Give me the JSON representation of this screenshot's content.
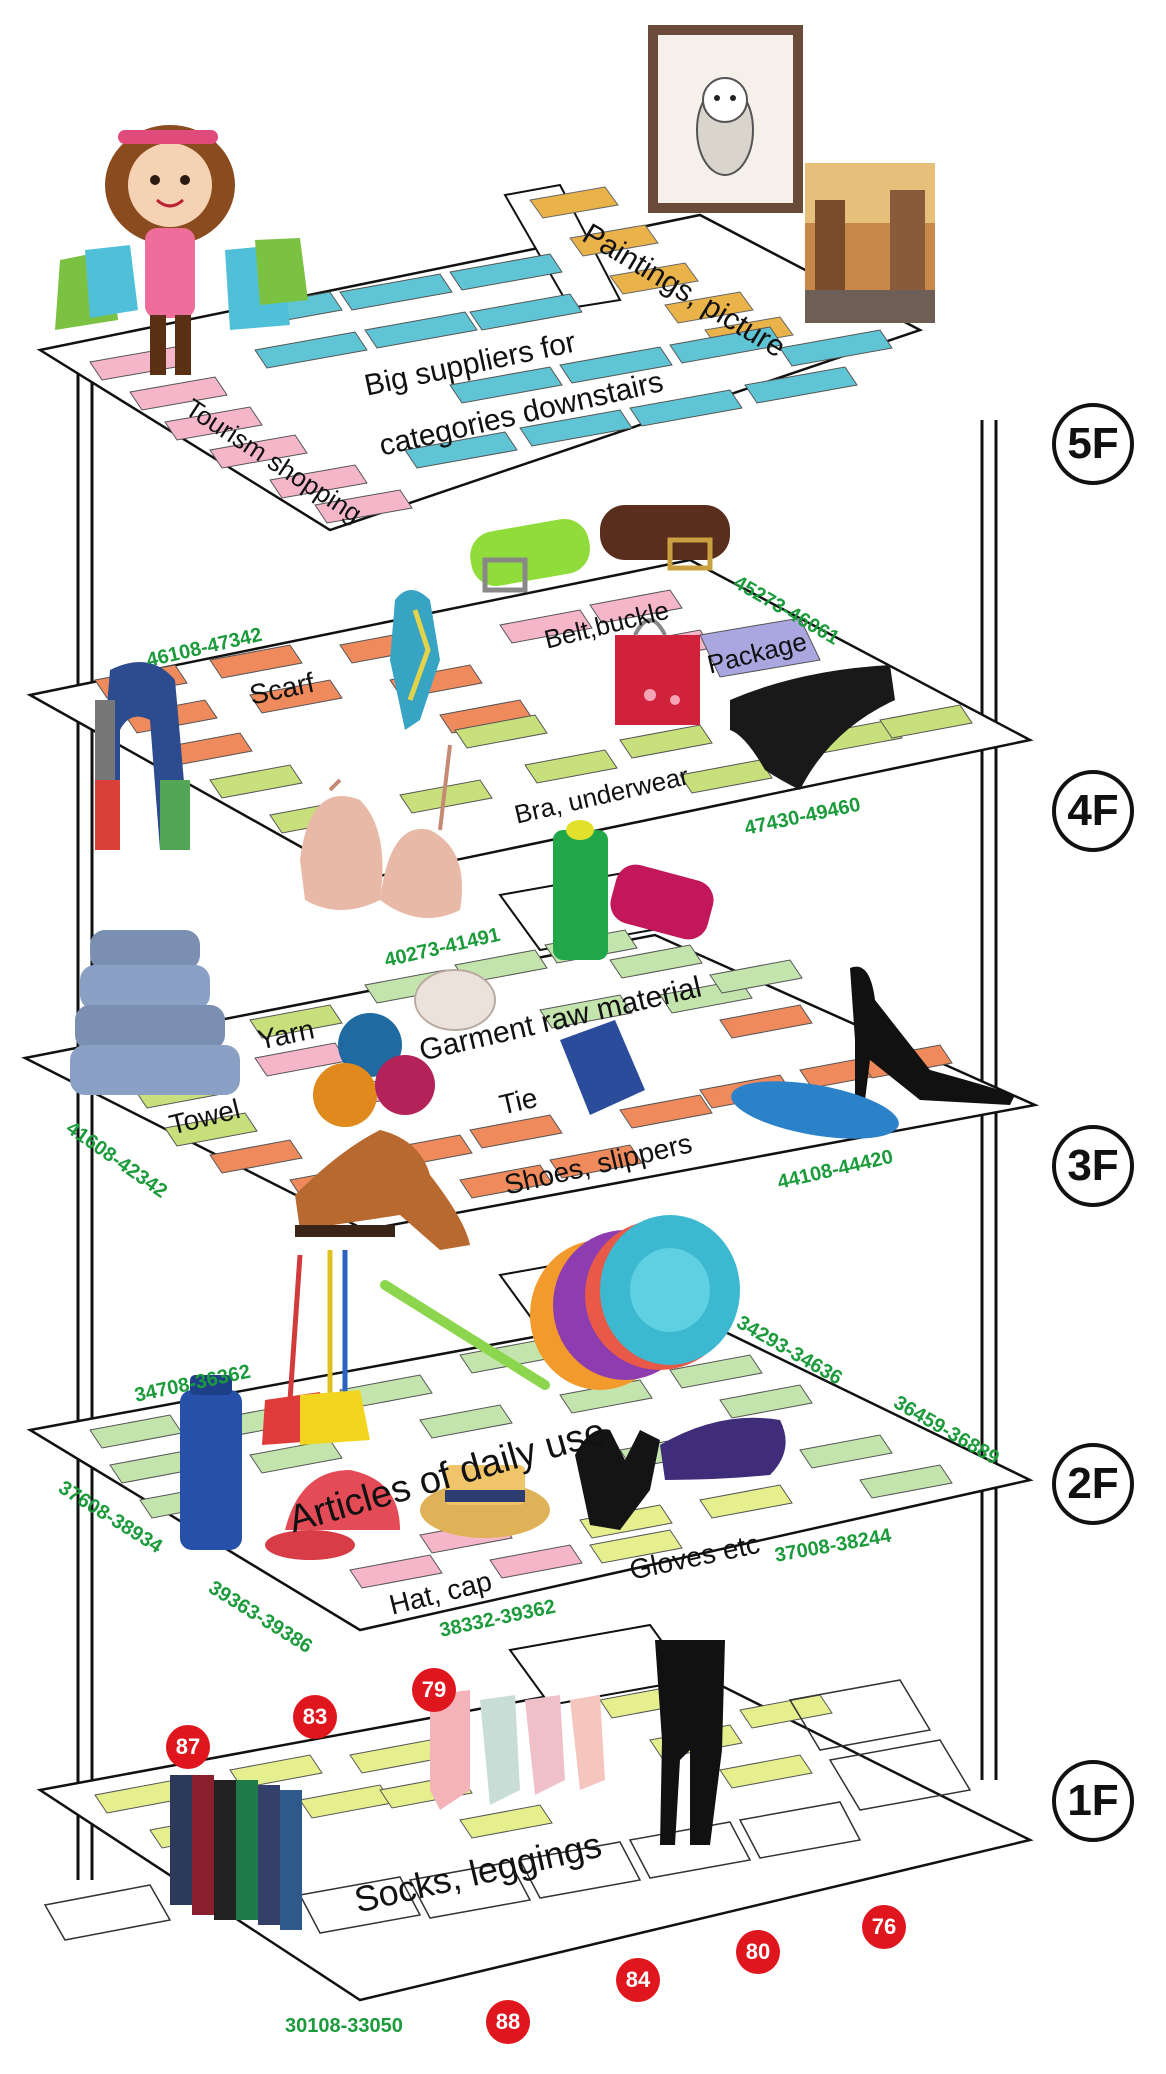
{
  "floors": [
    {
      "id": "5F",
      "label": "5F"
    },
    {
      "id": "4F",
      "label": "4F"
    },
    {
      "id": "3F",
      "label": "3F"
    },
    {
      "id": "2F",
      "label": "2F"
    },
    {
      "id": "1F",
      "label": "1F"
    }
  ],
  "zones": {
    "paintings": "Paintings, picture",
    "big_suppliers_1": "Big suppliers for",
    "big_suppliers_2": "categories downstairs",
    "tourism": "Tourism shopping",
    "scarf": "Scarf",
    "belt": "Belt,buckle",
    "package": "Package",
    "bra": "Bra, underwear",
    "yarn": "Yarn",
    "towel": "Towel",
    "garment": "Garment raw material",
    "tie": "Tie",
    "shoes": "Shoes, slippers",
    "daily": "Articles of daily use",
    "hat": "Hat, cap",
    "gloves": "Gloves etc",
    "socks": "Socks, leggings"
  },
  "codes": {
    "c4_left": "46108-47342",
    "c4_right_top": "45273-46061",
    "c4_right_bottom": "47430-49460",
    "c3_top": "40273-41491",
    "c3_left": "41608-42342",
    "c3_right": "44108-44420",
    "c2_top_left": "34708-36362",
    "c2_top_right": "34293-34636",
    "c2_right": "36459-36889",
    "c2_left": "37608-38934",
    "c2_bottom_left": "39363-39386",
    "c2_bottom_mid": "38332-39362",
    "c2_bottom_right": "37008-38244",
    "c1_bottom": "30108-33050"
  },
  "badges": [
    "87",
    "83",
    "79",
    "88",
    "84",
    "80",
    "76"
  ],
  "colors": {
    "yellow": "#e9b34a",
    "blue": "#5fc4d4",
    "pink": "#f4b6c8",
    "orange": "#ef8a5c",
    "lime": "#c8e07c",
    "lightgreen": "#c3e4ad",
    "lavender": "#a9a6e0",
    "code": "#1c9b3c",
    "badge": "#e0161e"
  },
  "icons": [
    "shopper-girl-icon",
    "owl-painting-icon",
    "street-painting-icon",
    "green-belt-icon",
    "brown-belt-icon",
    "scarf-icon",
    "silk-scarf-icon",
    "gift-bag-icon",
    "panties-icon",
    "bra-icon",
    "thread-spool-icon",
    "towel-stack-icon",
    "yarn-balls-icon",
    "lace-icon",
    "tie-icon",
    "high-heel-icon",
    "flip-flop-icon",
    "leather-shoe-icon",
    "brooms-icon",
    "toothbrush-icon",
    "plates-icon",
    "water-bottle-icon",
    "baseball-cap-icon",
    "straw-hat-icon",
    "gloves-icon",
    "sleep-mask-icon",
    "socks-icon",
    "ankle-socks-icon",
    "leggings-icon"
  ]
}
